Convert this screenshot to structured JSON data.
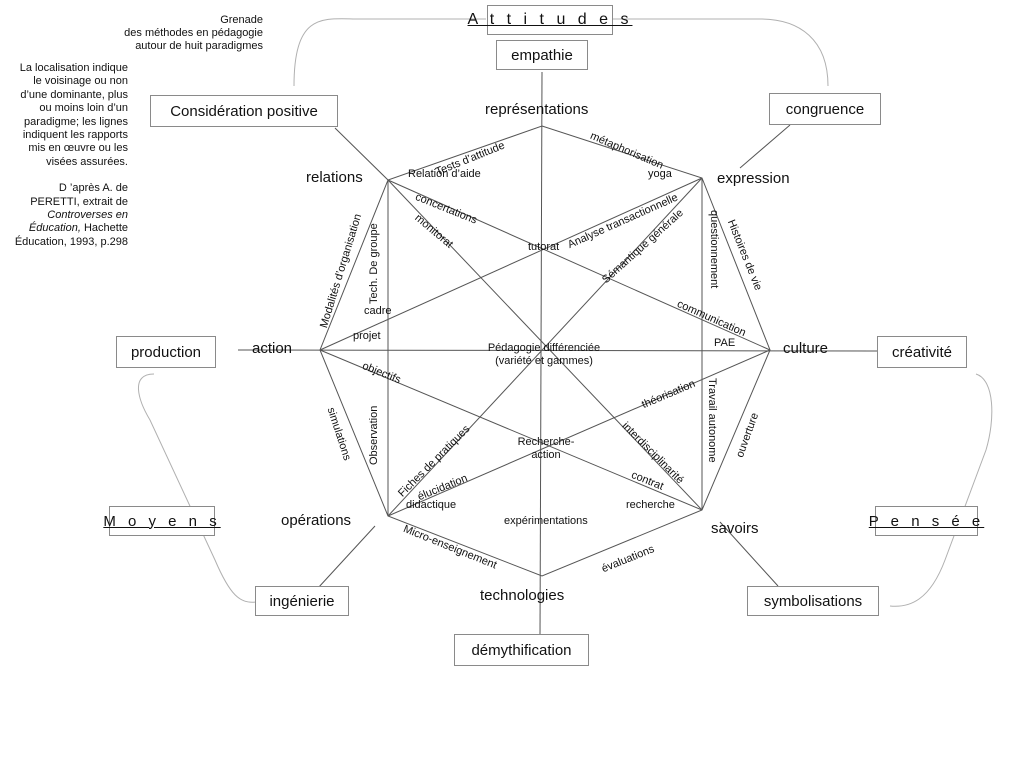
{
  "title": {
    "line1": "Grenade",
    "line2": "des méthodes en pédagogie",
    "line3": "autour de huit paradigmes"
  },
  "note": {
    "text": "La localisation indique le voisinage ou non d’une dominante, plus ou moins loin d’un paradigme; les lignes indiquent les rapports mis en œuvre ou les visées assurées.",
    "source_1": "D ’après A. de PERETTI, extrait de",
    "source_book": "Controverses en Éducation,",
    "source_2": "Hachette Éducation, 1993, p.298"
  },
  "boxes": {
    "attitudes": "A t t i t u d e s",
    "empathie": "empathie",
    "consideration": "Considération positive",
    "congruence": "congruence",
    "production": "production",
    "creativite": "créativité",
    "moyens": "M o y e n s",
    "pensee": "P e n s é e",
    "ingenierie": "ingénierie",
    "symbolisations": "symbolisations",
    "demythification": "démythification"
  },
  "paradigms": {
    "representations": "représentations",
    "relations": "relations",
    "expression": "expression",
    "action": "action",
    "culture": "culture",
    "operations": "opérations",
    "savoirs": "savoirs",
    "technologies": "technologies"
  },
  "methods": {
    "tests_attitude": "Tests d’attitude",
    "metaphorisation": "métaphorisation",
    "relation_aide": "Relation d’aide",
    "yoga": "yoga",
    "concertations": "concertations",
    "monitorat": "monitorat",
    "analyse_transactionnelle": "Analyse transactionnelle",
    "semantique_generale": "Sémantique générale",
    "tutorat": "tutorat",
    "modalites_organisation": "Modalités d’organisation",
    "tech_groupe": "Tech. De groupe",
    "cadre": "cadre",
    "projet": "projet",
    "questionnement": "questionnement",
    "histoires_de_vie": "Histoires de vie",
    "communication": "communication",
    "pae": "PAE",
    "pedagogie_diff_1": "Pédagogie différenciée",
    "pedagogie_diff_2": "(variété et gammes)",
    "objectifs": "objectifs",
    "theorisation": "théorisation",
    "travail_autonome": "Travail autonome",
    "ouverture": "ouverture",
    "simulations": "simulations",
    "observation": "Observation",
    "fiches_pratiques": "Fiches de pratiques",
    "recherche_action_1": "Recherche-",
    "recherche_action_2": "action",
    "interdisciplinarite": "interdisciplinarité",
    "elucidation": "élucidation",
    "contrat": "contrat",
    "didactique": "didactique",
    "recherche": "recherche",
    "experimentations": "expérimentations",
    "micro_enseignement": "Micro-enseignement",
    "evaluations": "évaluations"
  }
}
